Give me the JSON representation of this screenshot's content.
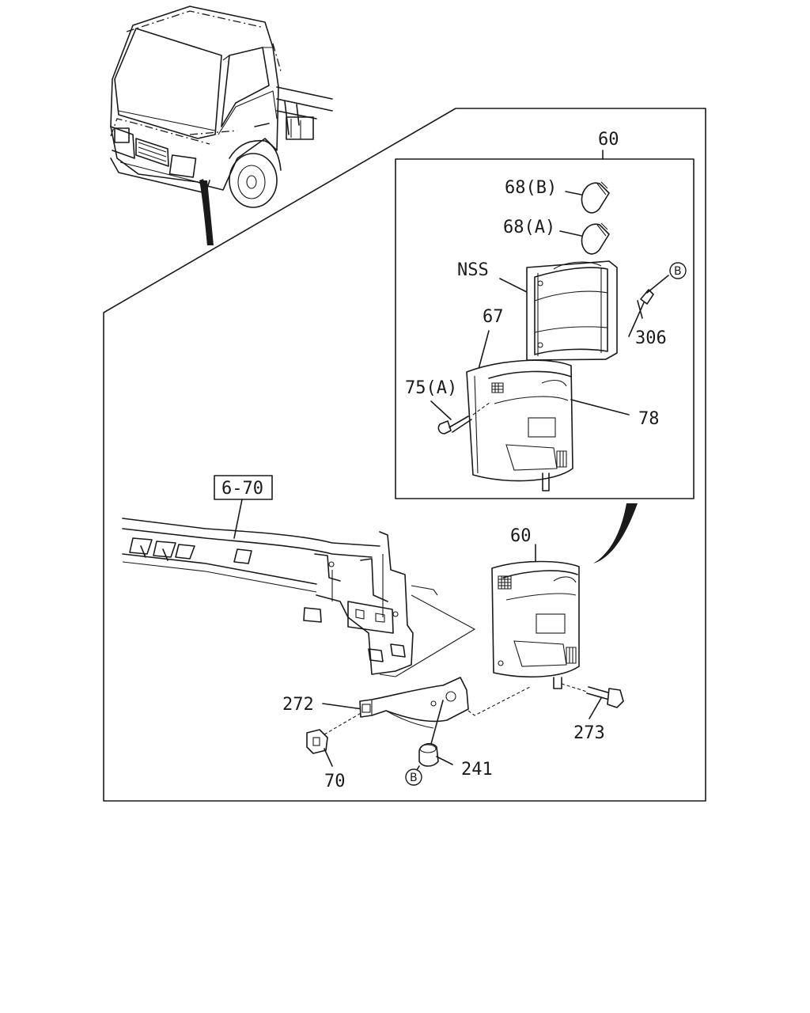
{
  "labels": {
    "assembly_top": "60",
    "bulb_b": "68(B)",
    "bulb_a": "68(A)",
    "nss": "NSS",
    "ref_b_top": "B",
    "screw_306": "306",
    "gasket_67": "67",
    "screw_75a": "75(A)",
    "lens_78": "78",
    "ref_6_70": "6-70",
    "assembly_lower": "60",
    "bracket_272": "272",
    "bolt_273": "273",
    "nut_70": "70",
    "grommet_241": "241",
    "ref_b_bottom": "B"
  }
}
